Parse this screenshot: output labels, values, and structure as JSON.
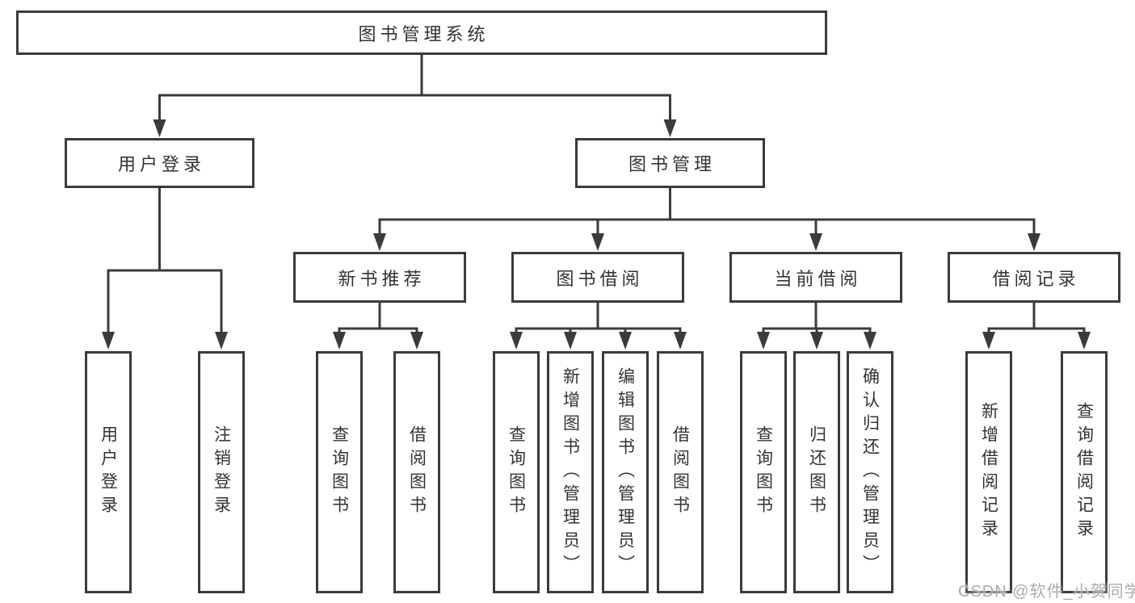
{
  "diagram": {
    "type": "hierarchy-tree",
    "root": {
      "label": "图书管理系统",
      "children": [
        {
          "label": "用户登录",
          "children": [
            {
              "label": "用户登录"
            },
            {
              "label": "注销登录"
            }
          ]
        },
        {
          "label": "图书管理",
          "children": [
            {
              "label": "新书推荐",
              "children": [
                {
                  "label": "查询图书"
                },
                {
                  "label": "借阅图书"
                }
              ]
            },
            {
              "label": "图书借阅",
              "children": [
                {
                  "label": "查询图书"
                },
                {
                  "label": "新增图书（管理员）"
                },
                {
                  "label": "编辑图书（管理员）"
                },
                {
                  "label": "借阅图书"
                }
              ]
            },
            {
              "label": "当前借阅",
              "children": [
                {
                  "label": "查询图书"
                },
                {
                  "label": "归还图书"
                },
                {
                  "label": "确认归还（管理员）"
                }
              ]
            },
            {
              "label": "借阅记录",
              "children": [
                {
                  "label": "新增借阅记录"
                },
                {
                  "label": "查询借阅记录"
                }
              ]
            }
          ]
        }
      ]
    }
  },
  "watermark": "CSDN @软件_小贺同学",
  "colors": {
    "line": "#3b3b3b",
    "text": "#333333",
    "background": "#ffffff",
    "watermark": "#ababab"
  }
}
